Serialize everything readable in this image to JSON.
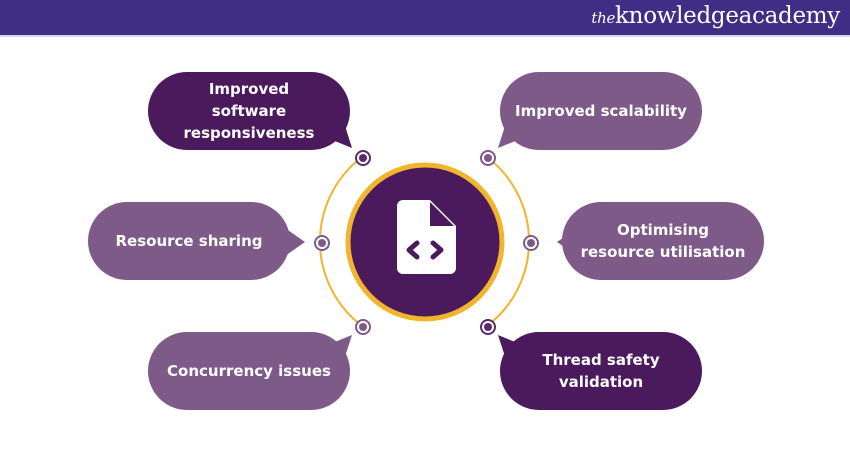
{
  "header": {
    "logo_prefix": "the",
    "logo_main": "knowledgeacademy"
  },
  "center": {
    "icon": "code-file-icon"
  },
  "bubbles": {
    "top_left": "Improved software responsiveness",
    "top_right": "Improved scalability",
    "middle_left": "Resource sharing",
    "middle_right": "Optimising resource utilisation",
    "bottom_left": "Concurrency issues",
    "bottom_right": "Thread safety validation"
  },
  "colors": {
    "header": "#3f2d86",
    "dark": "#4b1a5c",
    "light": "#7d5a88",
    "gold": "#f0b52c"
  }
}
